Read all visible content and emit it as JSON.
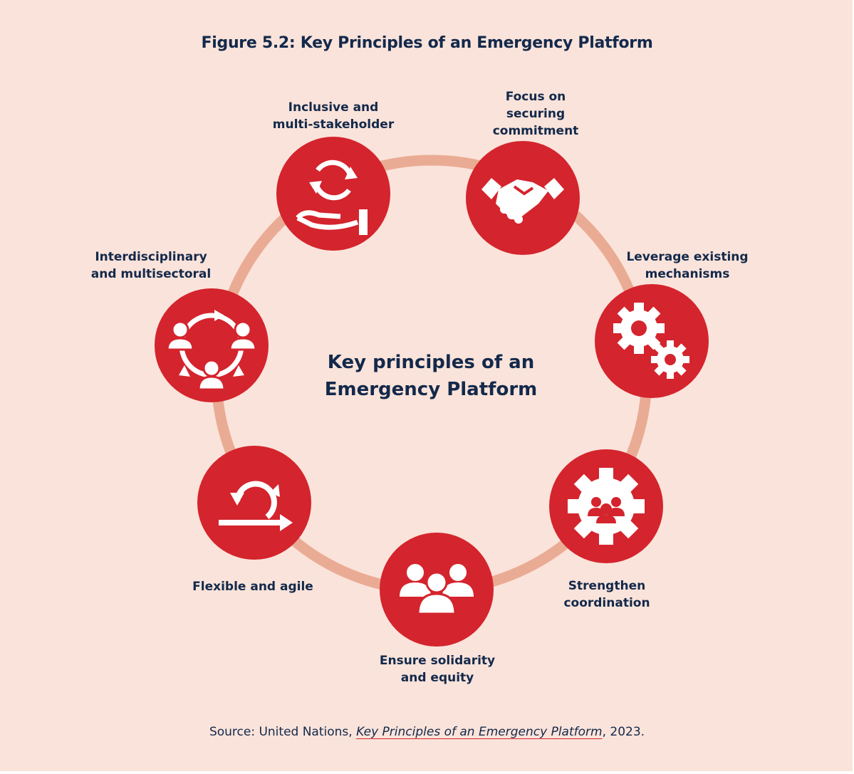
{
  "figure": {
    "title": "Figure 5.2: Key Principles of an Emergency Platform",
    "center_text": "Key principles of an\nEmergency Platform"
  },
  "principles": [
    {
      "label": "Inclusive and\nmulti-stakeholder",
      "icon": "cycle-hand-icon"
    },
    {
      "label": "Focus on\nsecuring\ncommitment",
      "icon": "handshake-icon"
    },
    {
      "label": "Leverage existing\nmechanisms",
      "icon": "gears-icon"
    },
    {
      "label": "Strengthen\ncoordination",
      "icon": "gear-people-icon"
    },
    {
      "label": "Ensure solidarity\nand equity",
      "icon": "people-group-icon"
    },
    {
      "label": "Flexible and agile",
      "icon": "agile-loop-icon"
    },
    {
      "label": "Interdisciplinary\nand multisectoral",
      "icon": "people-cycle-icon"
    }
  ],
  "source": {
    "prefix": "Source: United Nations, ",
    "link_text": "Key Principles of an Emergency Platform",
    "suffix": ", 2023."
  },
  "colors": {
    "background": "#fae3da",
    "circle_fill": "#d4242d",
    "ring": "#eaab94",
    "text": "#13294b"
  }
}
